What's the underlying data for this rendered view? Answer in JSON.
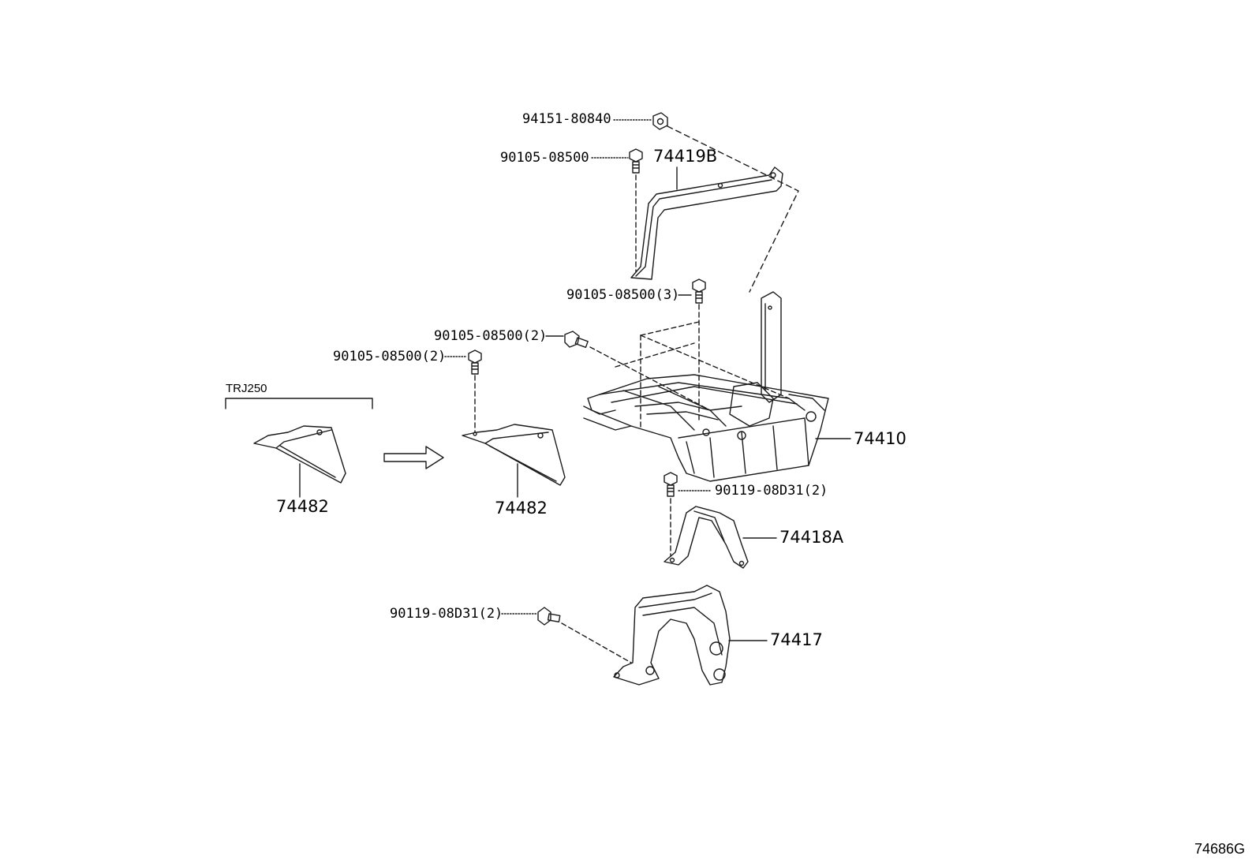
{
  "labels": {
    "nut_94151": "94151-80840",
    "bolt_90105_top": "90105-08500",
    "clamp_74419b": "74419B",
    "bolt_90105_3": "90105-08500(3)",
    "bolt_90105_2a": "90105-08500(2)",
    "bolt_90105_2b": "90105-08500(2)",
    "tray_74410": "74410",
    "bolt_90119_a": "90119-08D31(2)",
    "bracket_74418a": "74418A",
    "bolt_90119_b": "90119-08D31(2)",
    "bracket_74417": "74417",
    "variant_group": "TRJ250",
    "part_74482_left": "74482",
    "part_74482_right": "74482"
  },
  "reference": "74686G",
  "colors": {
    "line": "#1a1a1a",
    "background": "#ffffff"
  }
}
